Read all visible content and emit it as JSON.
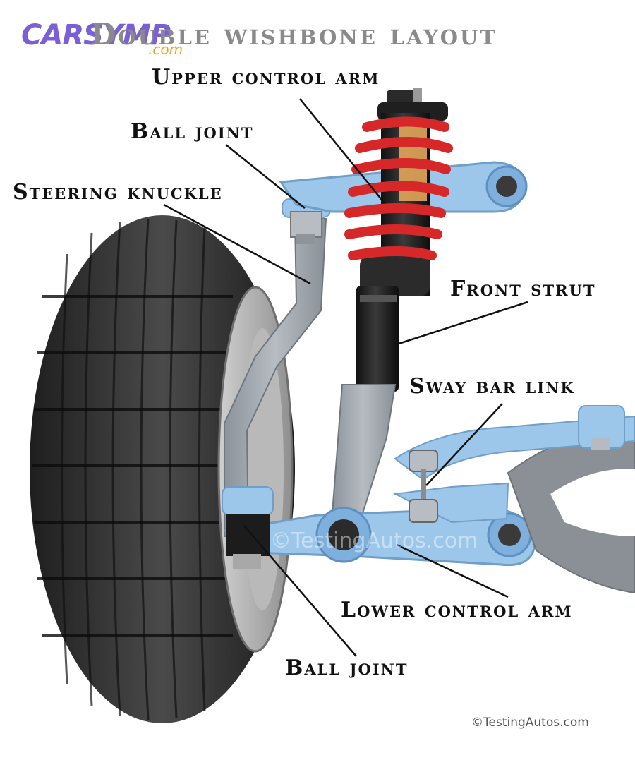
{
  "logo": {
    "main": "CARSYMP",
    "sub": ".com"
  },
  "title": "Double wishbone layout",
  "labels": {
    "upper_control_arm": "Upper control arm",
    "ball_joint_upper": "Ball joint",
    "steering_knuckle": "Steering knuckle",
    "front_strut": "Front strut",
    "sway_bar_link": "Sway bar link",
    "lower_control_arm": "Lower control arm",
    "ball_joint_lower": "Ball joint"
  },
  "watermark": "©TestingAutos.com",
  "credit": "©TestingAutos.com",
  "colors": {
    "arm_blue": "#9cc6ea",
    "spring_red": "#d62828",
    "tire_dark": "#2b2b2b",
    "knuckle_gray": "#9aa0a8",
    "strut_black": "#1c1c1c",
    "logo_purple": "#7b5fd8",
    "logo_orange": "#e8a21c"
  }
}
